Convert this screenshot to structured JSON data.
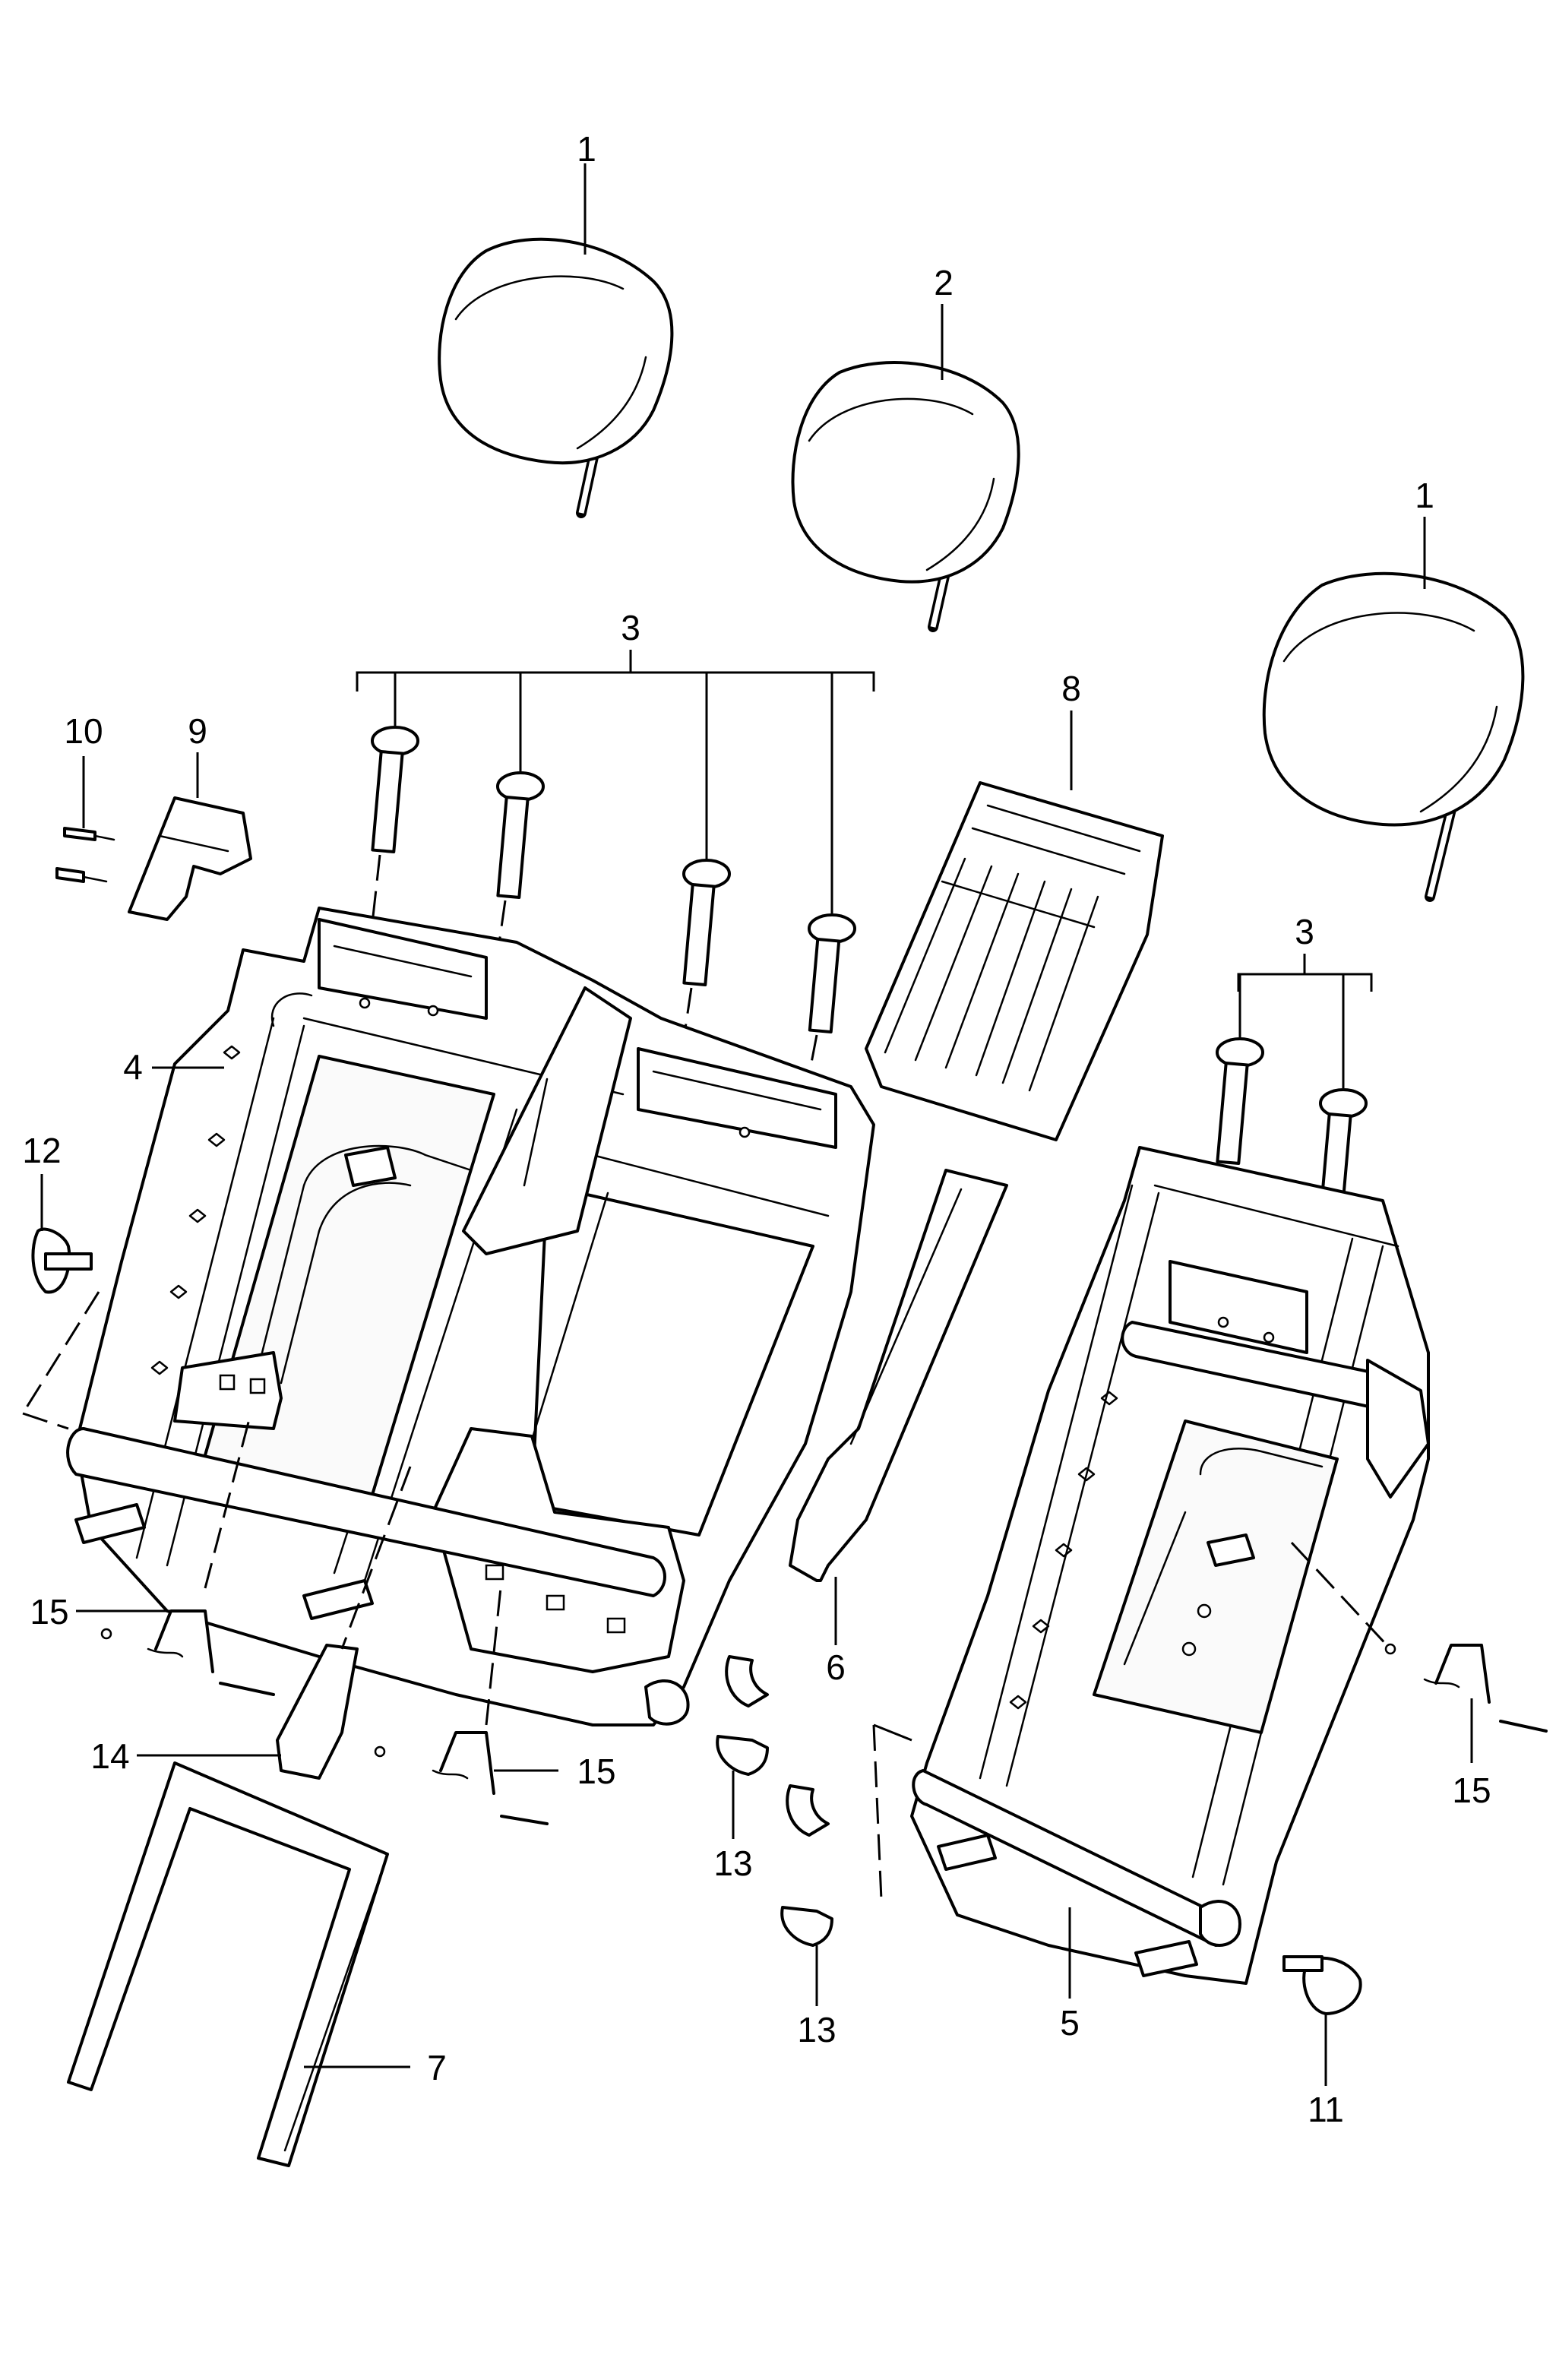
{
  "callouts": {
    "c1a": "1",
    "c1b": "1",
    "c2": "2",
    "c3a": "3",
    "c3b": "3",
    "c4": "4",
    "c5": "5",
    "c6": "6",
    "c7": "7",
    "c8": "8",
    "c9": "9",
    "c10": "10",
    "c11": "11",
    "c12": "12",
    "c13a": "13",
    "c13b": "13",
    "c14": "14",
    "c15a": "15",
    "c15b": "15",
    "c15c": "15"
  }
}
